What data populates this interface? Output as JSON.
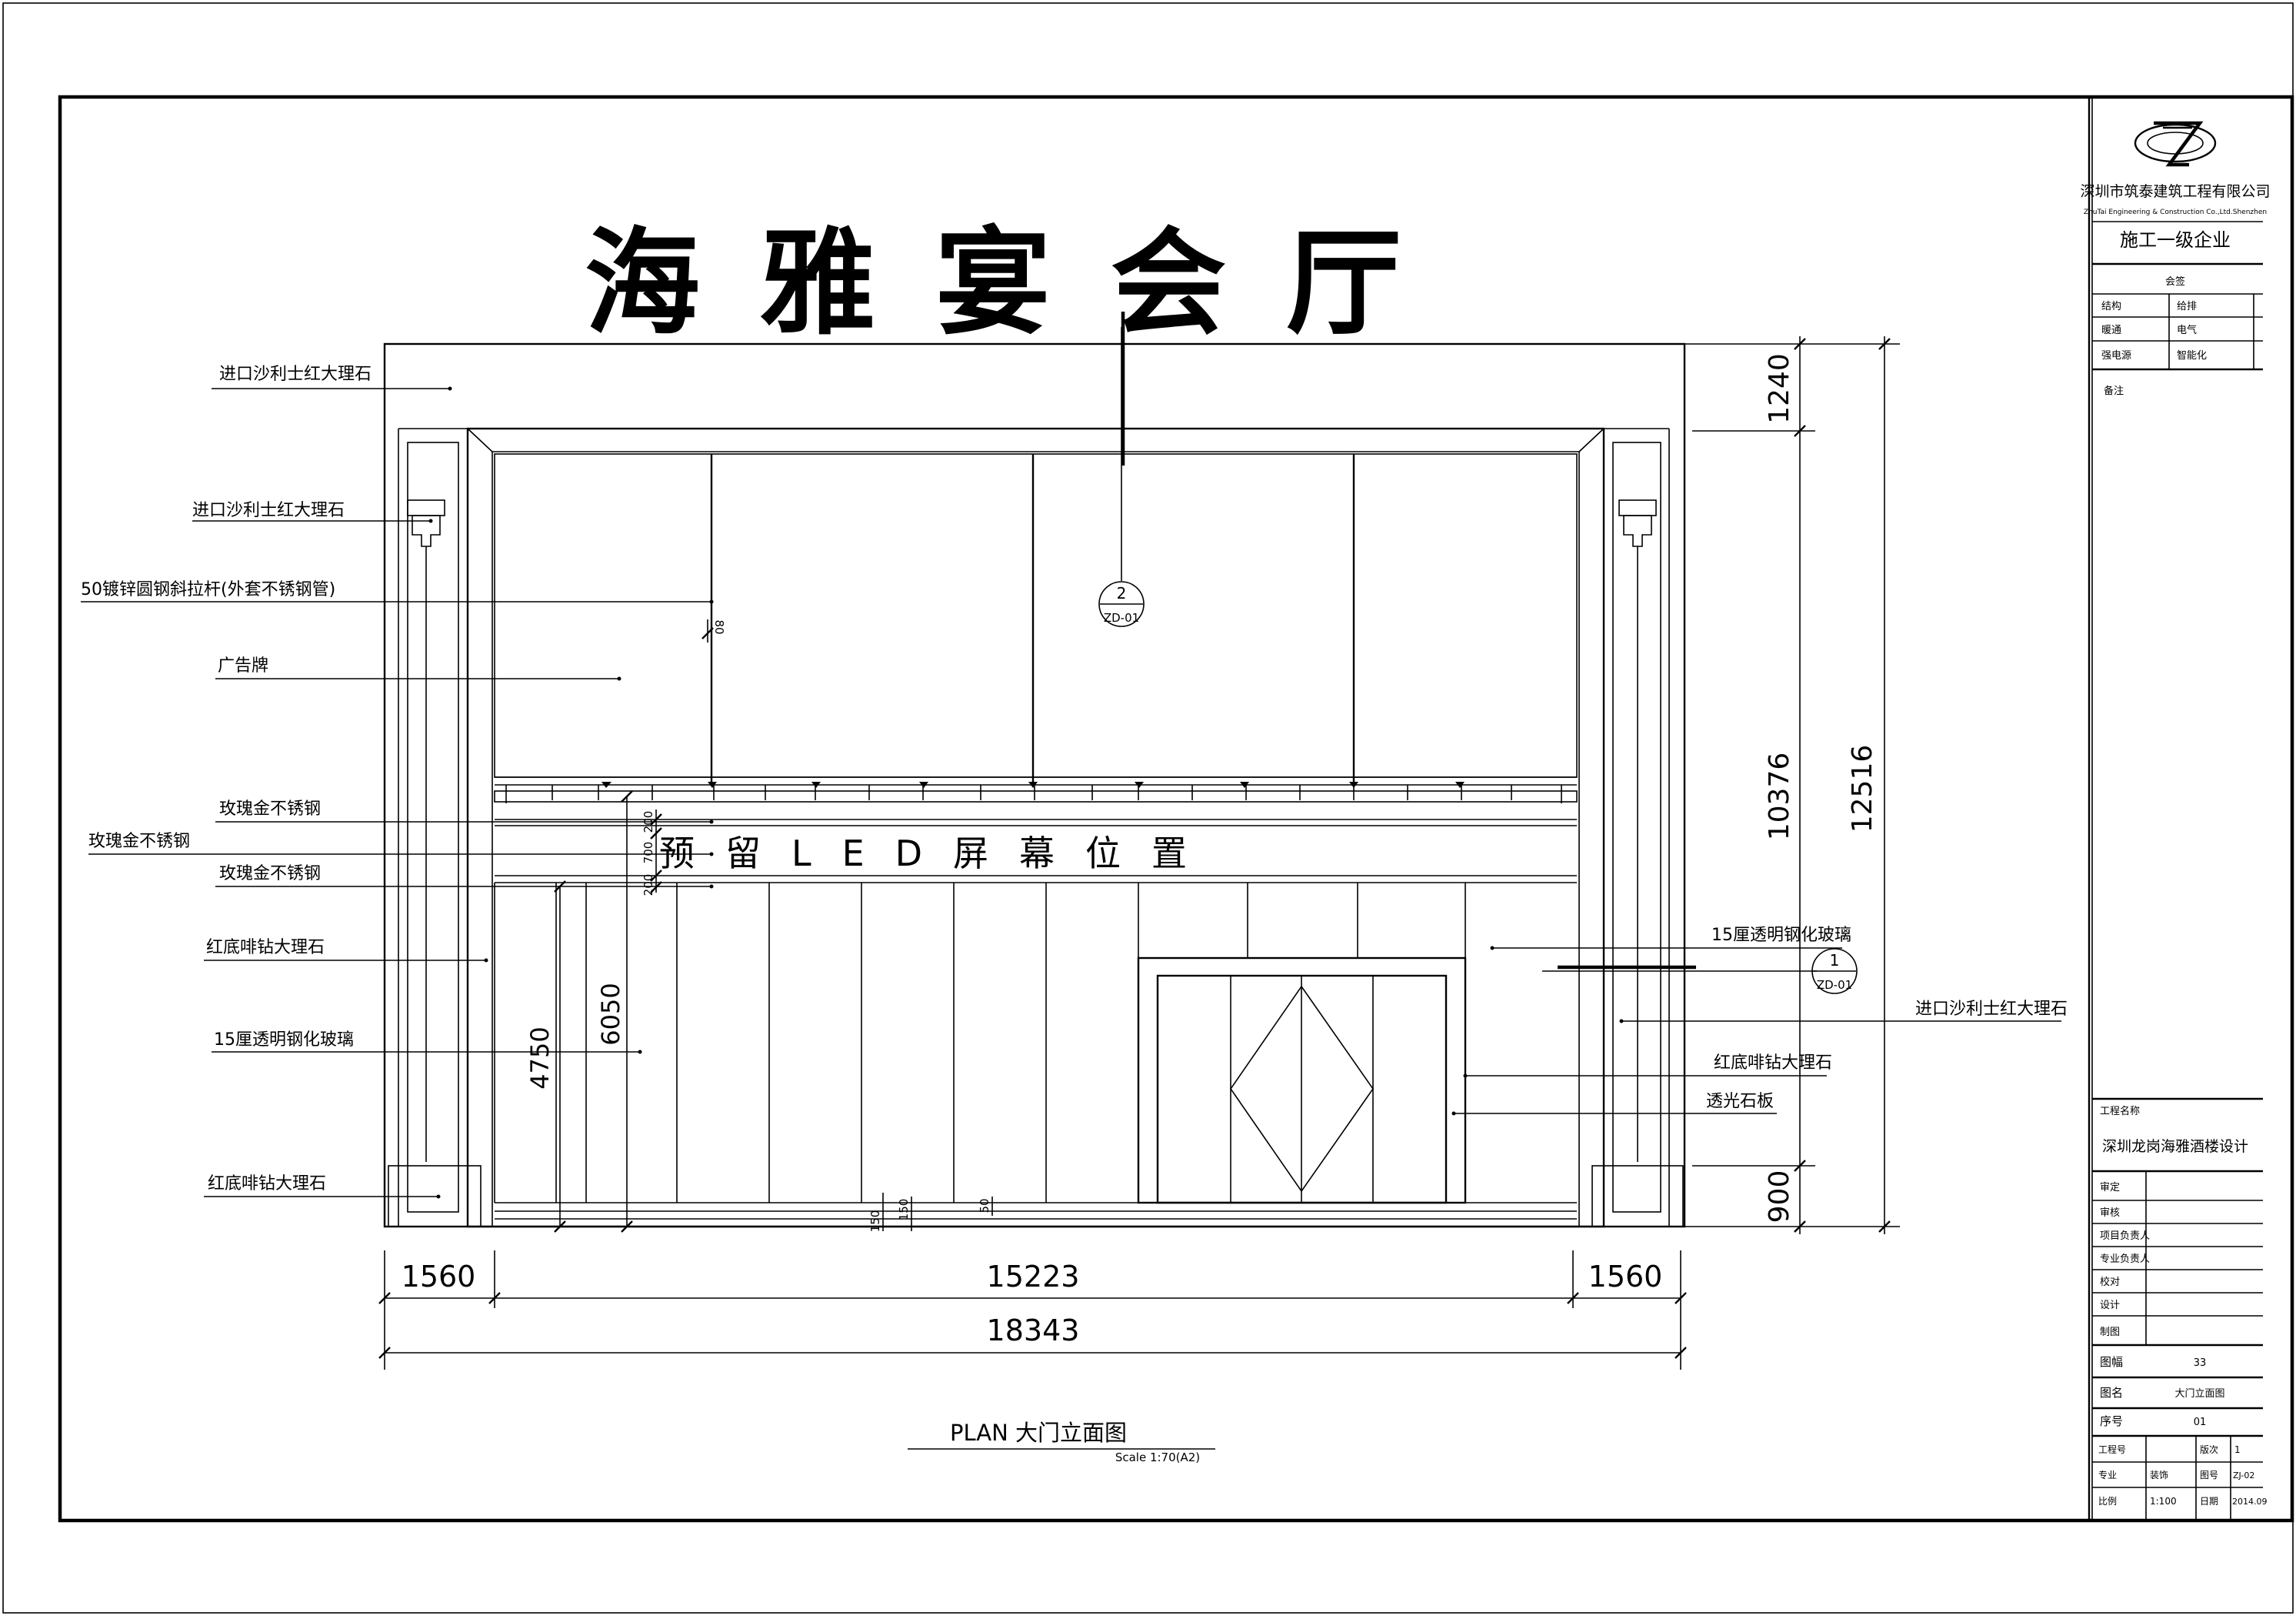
{
  "drawing": {
    "title": "海雅宴会厅",
    "led_text": "预留LED屏幕位置",
    "plan_title": "PLAN  大门立面图",
    "scale": "Scale 1:70(A2)",
    "callout_top": {
      "num": "2",
      "ref": "ZD-01"
    },
    "callout_right": {
      "num": "1",
      "ref": "ZD-01"
    }
  },
  "labels_left": [
    "进口沙利士红大理石",
    "进口沙利士红大理石",
    "50镀锌圆钢斜拉杆(外套不锈钢管)",
    "广告牌",
    "玫瑰金不锈钢",
    "玫瑰金不锈钢",
    "玫瑰金不锈钢",
    "红底啡钻大理石",
    "15厘透明钢化玻璃",
    "红底啡钻大理石"
  ],
  "labels_right": [
    "15厘透明钢化玻璃",
    "进口沙利士红大理石",
    "红底啡钻大理石",
    "透光石板"
  ],
  "dimensions": {
    "bottom_left": "1560",
    "bottom_mid": "15223",
    "bottom_right": "1560",
    "bottom_total": "18343",
    "right_top": "1240",
    "right_mid": "10376",
    "right_bottom": "900",
    "right_total": "12516",
    "inner_4750": "4750",
    "inner_6050": "6050",
    "d80": "80",
    "d200a": "200",
    "d700": "700",
    "d200b": "200",
    "d150a": "150",
    "d150b": "150",
    "d50": "50"
  },
  "title_block": {
    "company_cn": "深圳市筑泰建筑工程有限公司",
    "company_en": "ZhuTai Engineering & Construction Co.,Ltd.Shenzhen",
    "grade": "施工一级企业",
    "section_label": "会签",
    "sign_rows": [
      [
        "结构",
        "给排"
      ],
      [
        "暖通",
        "电气"
      ],
      [
        "强电源",
        "智能化"
      ]
    ],
    "remarks_label": "备注",
    "project_label": "工程名称",
    "project_name": "深圳龙岗海雅酒楼设计",
    "staff_rows": [
      "审定",
      "审核",
      "项目负责人",
      "专业负责人",
      "校对",
      "设计",
      "制图"
    ],
    "drawing_no_label": "图幅",
    "drawing_no_value": "33",
    "drawing_name_label": "图名",
    "drawing_name_value": "大门立面图",
    "seq_label": "序号",
    "seq_value": "01",
    "bottom_rows": [
      [
        "工程号",
        "",
        "版次",
        "1"
      ],
      [
        "专业",
        "装饰",
        "图号",
        "ZJ-02"
      ],
      [
        "比例",
        "1:100",
        "日期",
        "2014.09"
      ]
    ]
  }
}
